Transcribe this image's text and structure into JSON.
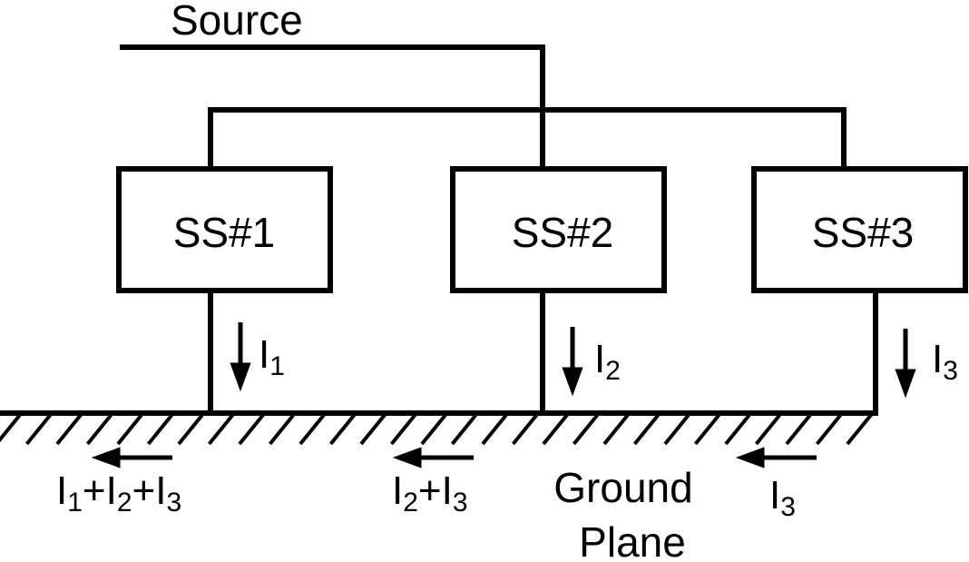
{
  "source": {
    "label": "Source"
  },
  "substations": [
    {
      "label": "SS#1"
    },
    {
      "label": "SS#2"
    },
    {
      "label": "SS#3"
    }
  ],
  "branch_currents": [
    {
      "symbol": "I",
      "subscript": "1"
    },
    {
      "symbol": "I",
      "subscript": "2"
    },
    {
      "symbol": "I",
      "subscript": "3"
    }
  ],
  "ground_currents": [
    {
      "parts": [
        {
          "t": "I",
          "s": "1"
        },
        {
          "t": "+I",
          "s": "2"
        },
        {
          "t": "+I",
          "s": "3"
        }
      ]
    },
    {
      "parts": [
        {
          "t": "I",
          "s": "2"
        },
        {
          "t": "+I",
          "s": "3"
        }
      ]
    },
    {
      "parts": [
        {
          "t": "I",
          "s": "3"
        }
      ]
    }
  ],
  "ground_plane": {
    "line1": "Ground",
    "line2": "Plane"
  },
  "colors": {
    "stroke": "#000000",
    "background": "#ffffff"
  }
}
